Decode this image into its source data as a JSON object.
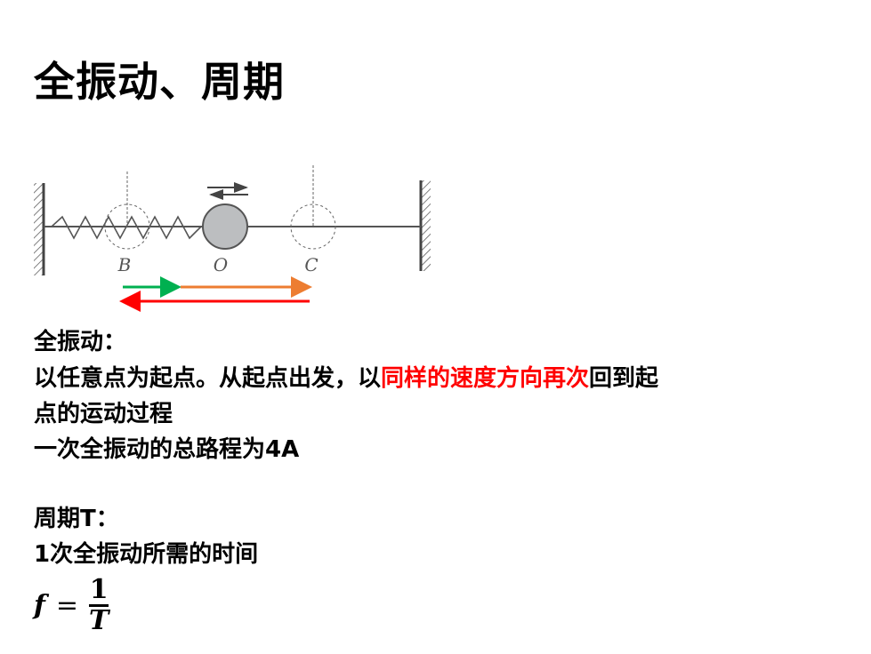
{
  "title": "全振动、周期",
  "diagram": {
    "labels": {
      "b": "B",
      "o": "O",
      "c": "C"
    },
    "colors": {
      "green": "#00b050",
      "orange": "#ed7d31",
      "red": "#ff0000",
      "ball": "#bcbec0",
      "line": "#555555"
    }
  },
  "section1": {
    "heading": "全振动：",
    "line1_a": "以任意点为起点。从起点出发，以",
    "line1_red": "同样的速度方向再次",
    "line1_b": "回到起",
    "line2": "点的运动过程",
    "line3": "一次全振动的总路程为4A"
  },
  "section2": {
    "heading": "周期T：",
    "line1": "1次全振动所需的时间"
  },
  "formula": {
    "lhs": "f",
    "eq": "=",
    "numerator": "1",
    "denominator": "T"
  }
}
